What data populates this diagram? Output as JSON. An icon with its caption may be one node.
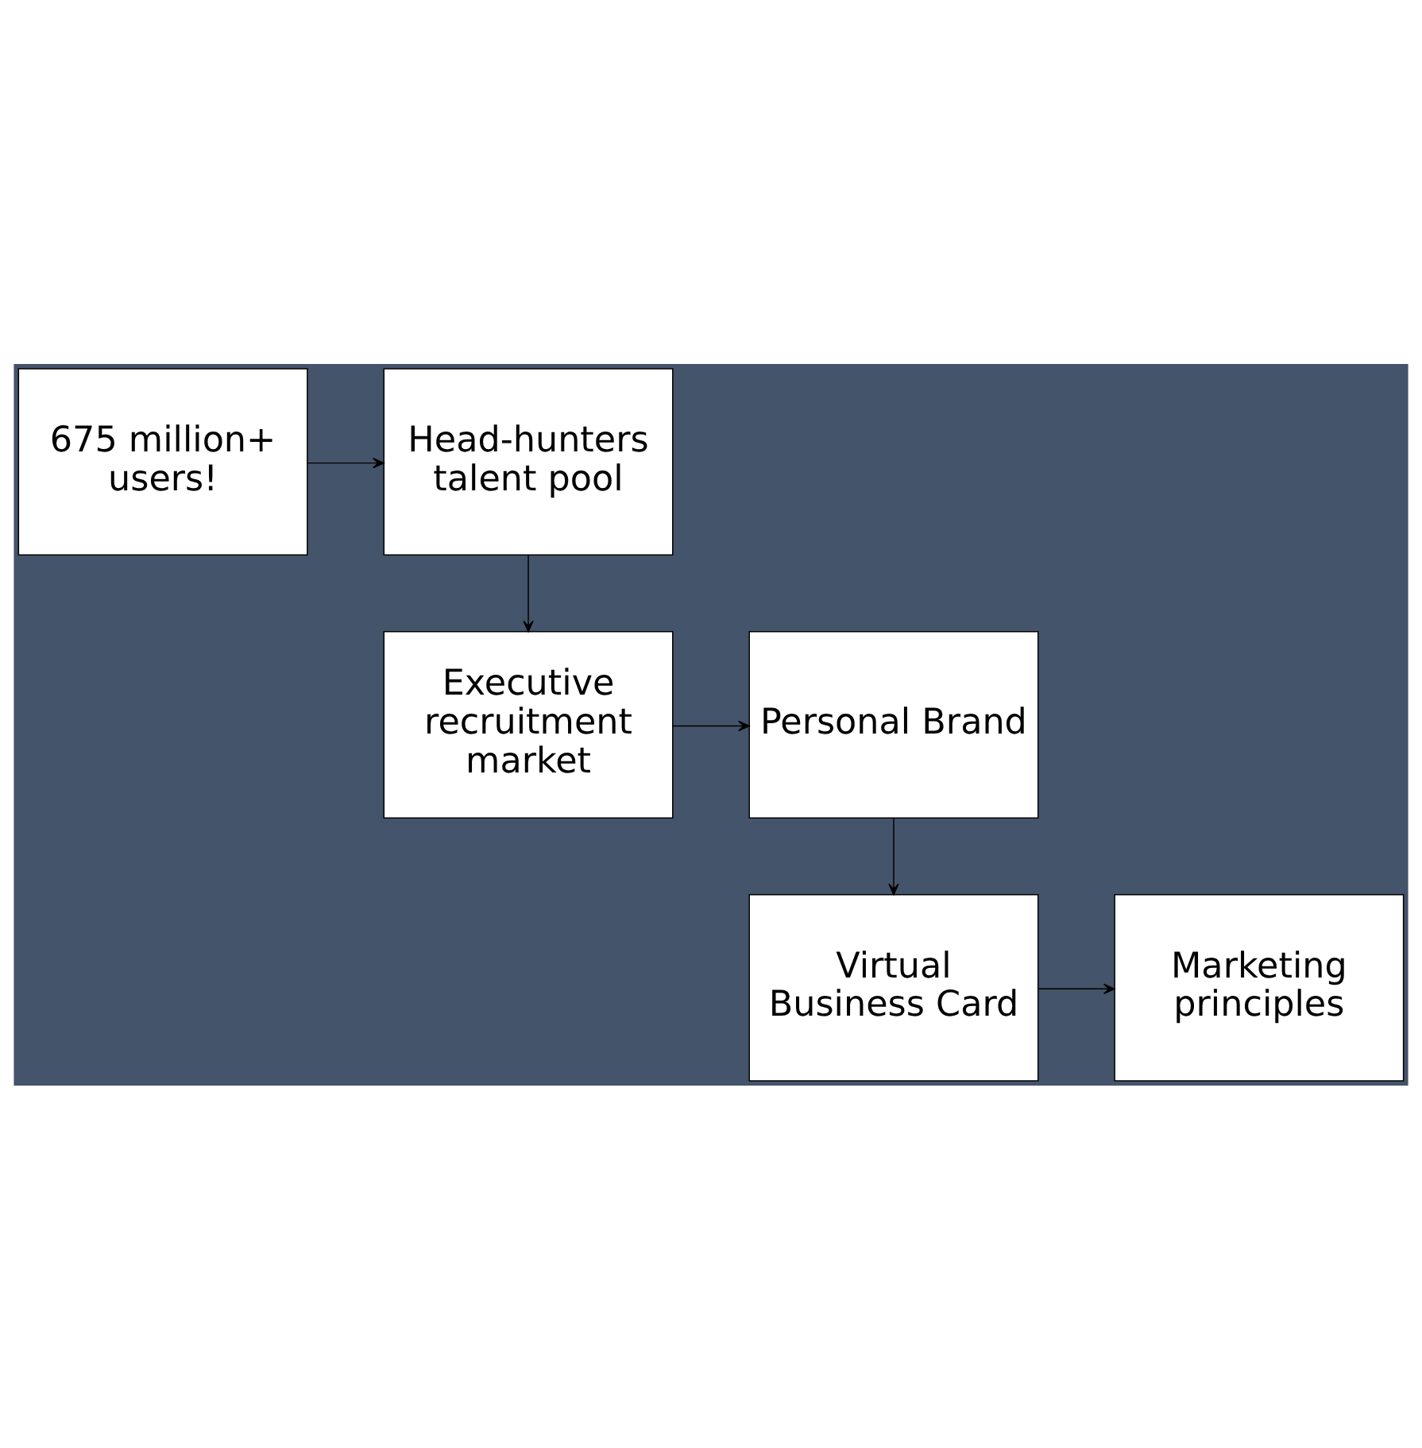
{
  "diagram": {
    "nodes": [
      {
        "text": [
          "675 million+ users!"
        ]
      },
      {
        "text": [
          "Head-hunters talent pool"
        ]
      },
      {
        "text": [
          "Executive recruitment market"
        ]
      },
      {
        "text": [
          "Personal Brand"
        ]
      },
      {
        "text": [
          "Virtual Business Card"
        ]
      },
      {
        "text": [
          "Marketing principles"
        ]
      }
    ],
    "edges": [
      {
        "from": 0,
        "to": 1,
        "arrow": "to"
      },
      {
        "from": 1,
        "to": 2,
        "arrow": "to"
      },
      {
        "from": 2,
        "to": 3,
        "arrow": "to"
      },
      {
        "from": 3,
        "to": 4,
        "arrow": "to"
      },
      {
        "from": 4,
        "to": 5,
        "arrow": "to"
      }
    ]
  }
}
